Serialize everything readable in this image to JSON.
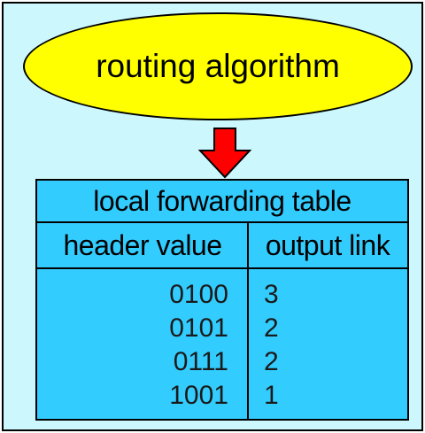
{
  "ellipse": {
    "label": "routing algorithm",
    "fill": "#ffff00"
  },
  "arrow": {
    "color": "#ff0000"
  },
  "table": {
    "title": "local forwarding table",
    "header_value_label": "header value",
    "output_link_label": "output link",
    "fill": "#33ccff",
    "rows": [
      {
        "header_value": "0100",
        "output_link": "3"
      },
      {
        "header_value": "0101",
        "output_link": "2"
      },
      {
        "header_value": "0111",
        "output_link": "2"
      },
      {
        "header_value": "1001",
        "output_link": "1"
      }
    ]
  },
  "background": "#ccf7fd"
}
